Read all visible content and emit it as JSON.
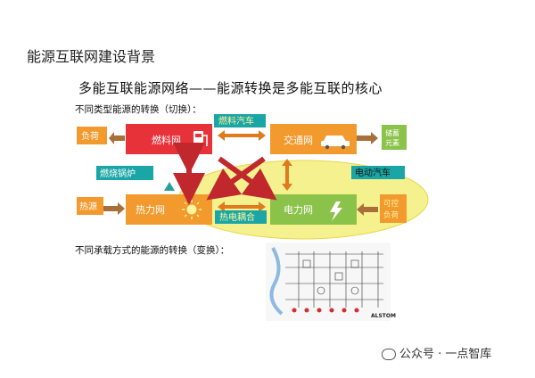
{
  "title": "能源互联网建设背景",
  "subtitle": "多能互联能源网络——能源转换是多能互联的核心",
  "section1": "不同类型能源的转换（切换）：",
  "section2": "不同承载方式的能源的转换（变换）：",
  "nodes": {
    "fuel_grid": "燃料网",
    "transport_grid": "交通网",
    "heat_grid": "热力网",
    "power_grid": "电力网"
  },
  "tags": {
    "fuel_car": "燃料汽车",
    "ev": "电动汽车",
    "boiler": "燃烧锅炉",
    "chp": "热电耦合"
  },
  "side": {
    "load": "负荷",
    "heat_source": "热源",
    "storage": "储蓄元素",
    "controllable_load": "可控负荷"
  },
  "logo_text": "ALSTOM",
  "watermark": "公众号 · 一点智库",
  "colors": {
    "fuel": "#e8323a",
    "transport": "#f39a2e",
    "heat": "#f39a2e",
    "power": "#8bc34a",
    "tag_teal": "#1aa6a6",
    "ellipse": "#f3ef7a"
  }
}
